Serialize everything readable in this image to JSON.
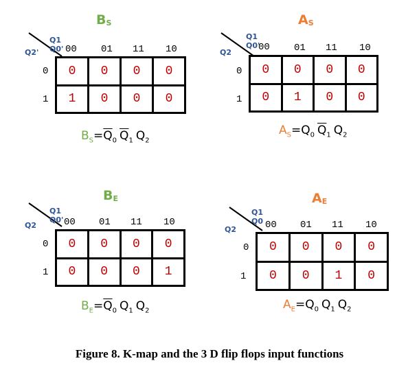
{
  "maps": [
    {
      "id": "bs",
      "title_main": "B",
      "title_sub": "S",
      "title_color": "#70ad47",
      "row_var": "Q2'",
      "col_vars": "Q1 Q0'",
      "col_headers": [
        "00",
        "01",
        "11",
        "10"
      ],
      "row_headers": [
        "0",
        "1"
      ],
      "cells": [
        [
          "0",
          "0",
          "0",
          "0"
        ],
        [
          "1",
          "0",
          "0",
          "0"
        ]
      ],
      "eq_lhs": "B",
      "eq_lhs_sub": "S",
      "eq_color": "#70ad47",
      "eq_terms": [
        {
          "sym": "Q",
          "sub": "0",
          "bar": true
        },
        {
          "sym": "Q",
          "sub": "1",
          "bar": true
        },
        {
          "sym": "Q",
          "sub": "2",
          "bar": false
        }
      ]
    },
    {
      "id": "as",
      "title_main": "A",
      "title_sub": "S",
      "title_color": "#ed7d31",
      "row_var": "Q2",
      "col_vars": "Q1 Q0'",
      "col_headers": [
        "00",
        "01",
        "11",
        "10"
      ],
      "row_headers": [
        "0",
        "1"
      ],
      "cells": [
        [
          "0",
          "0",
          "0",
          "0"
        ],
        [
          "0",
          "1",
          "0",
          "0"
        ]
      ],
      "eq_lhs": "A",
      "eq_lhs_sub": "S",
      "eq_color": "#ed7d31",
      "eq_terms": [
        {
          "sym": "Q",
          "sub": "0",
          "bar": false
        },
        {
          "sym": "Q",
          "sub": "1",
          "bar": true
        },
        {
          "sym": "Q",
          "sub": "2",
          "bar": false
        }
      ]
    },
    {
      "id": "be",
      "title_main": "B",
      "title_sub": "E",
      "title_color": "#70ad47",
      "row_var": "Q2",
      "col_vars": "Q1 Q0'",
      "col_headers": [
        "00",
        "01",
        "11",
        "10"
      ],
      "row_headers": [
        "0",
        "1"
      ],
      "cells": [
        [
          "0",
          "0",
          "0",
          "0"
        ],
        [
          "0",
          "0",
          "0",
          "1"
        ]
      ],
      "eq_lhs": "B",
      "eq_lhs_sub": "E",
      "eq_color": "#70ad47",
      "eq_terms": [
        {
          "sym": "Q",
          "sub": "0",
          "bar": true
        },
        {
          "sym": "Q",
          "sub": "1",
          "bar": false
        },
        {
          "sym": "Q",
          "sub": "2",
          "bar": false
        }
      ]
    },
    {
      "id": "ae",
      "title_main": "A",
      "title_sub": "E",
      "title_color": "#ed7d31",
      "row_var": "Q2",
      "col_vars": "Q1 Q0",
      "col_headers": [
        "00",
        "01",
        "11",
        "10"
      ],
      "row_headers": [
        "0",
        "1"
      ],
      "cells": [
        [
          "0",
          "0",
          "0",
          "0"
        ],
        [
          "0",
          "0",
          "1",
          "0"
        ]
      ],
      "eq_lhs": "A",
      "eq_lhs_sub": "E",
      "eq_color": "#ed7d31",
      "eq_terms": [
        {
          "sym": "Q",
          "sub": "0",
          "bar": false
        },
        {
          "sym": "Q",
          "sub": "1",
          "bar": false
        },
        {
          "sym": "Q",
          "sub": "2",
          "bar": false
        }
      ]
    }
  ],
  "caption": "Figure 8. K-map and the 3 D flip flops input functions"
}
